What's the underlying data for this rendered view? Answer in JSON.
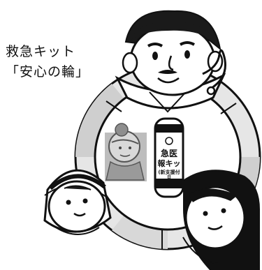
{
  "caption": {
    "line1": "救急キット",
    "line2": "「安心の輪」"
  },
  "kit": {
    "line1": "急医",
    "line2": "報キッ",
    "line3": "(新支援付",
    "line4": "日"
  },
  "colors": {
    "ink": "#111111",
    "ring_fill": "#e6e6e6",
    "ring_shadow": "#c4c4c4",
    "skin_gray": "#bdbdbd",
    "paper": "#ffffff"
  }
}
